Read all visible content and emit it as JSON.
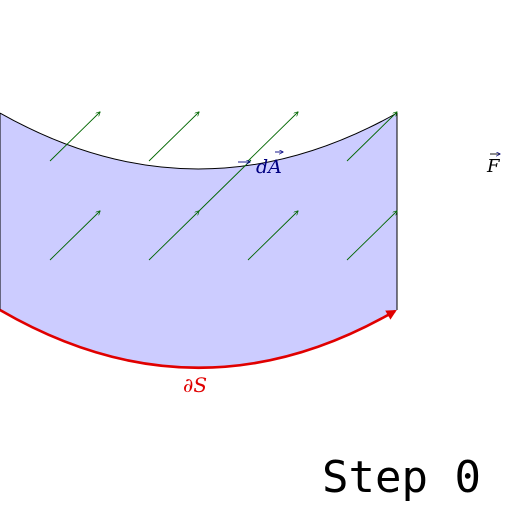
{
  "labels": {
    "area_element": "dA",
    "field": "F",
    "boundary": "∂S",
    "step": "Step 0"
  },
  "colors": {
    "surface_fill": "#ccccff",
    "surface_edge": "#000000",
    "field_arrows": "#006600",
    "area_vector": "#000080",
    "boundary": "#e00000",
    "text": "#000000"
  }
}
